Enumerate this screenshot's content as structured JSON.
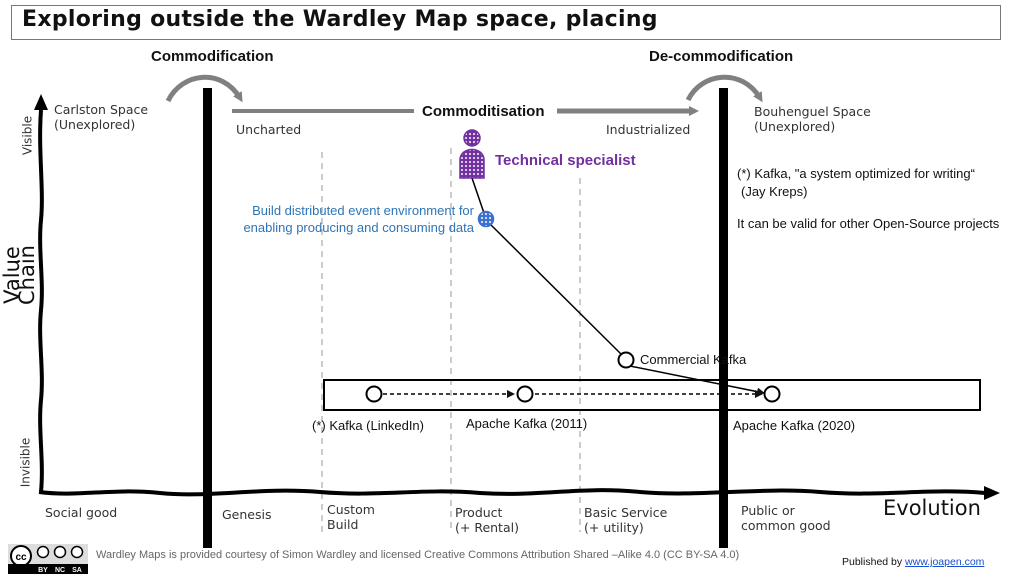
{
  "title": "Exploring outside the Wardley Map space, placing",
  "arrows": {
    "commodification": "Commodification",
    "commoditisation": "Commoditisation",
    "de_commodification": "De-commodification"
  },
  "regions": {
    "carlston": [
      "Carlston Space",
      "(Unexplored)"
    ],
    "uncharted": "Uncharted",
    "industrialized": "Industrialized",
    "bouhenguel": [
      "Bouhenguel Space",
      "(Unexplored)"
    ]
  },
  "y_axis": {
    "label": "Value Chain",
    "top": "Visible",
    "bottom": "Invisible"
  },
  "x_axis": {
    "label": "Evolution",
    "stages": [
      [
        "Social good"
      ],
      [
        "Genesis"
      ],
      [
        "Custom",
        "Build"
      ],
      [
        "Product",
        "(+ Rental)"
      ],
      [
        "Basic Service",
        "(+ utility)"
      ],
      [
        "Public or",
        "common good"
      ]
    ]
  },
  "components": {
    "user": {
      "label": "Technical specialist",
      "color": "#7030a0"
    },
    "need": {
      "label": [
        "Build distributed event environment for",
        "enabling producing and consuming data"
      ],
      "color": "#2e75b6"
    },
    "commercial": {
      "label": "Commercial Kafka"
    },
    "kafka_linkedin": {
      "label": "(*) Kafka (LinkedIn)"
    },
    "kafka_2011": {
      "label": "Apache Kafka (2011)"
    },
    "kafka_2020": {
      "label": "Apache Kafka (2020)"
    }
  },
  "notes": {
    "quote_line1": "(*) Kafka, \"a system optimized for writing“",
    "quote_line2": "(Jay Kreps)",
    "valid": "It can be valid for other Open-Source projects"
  },
  "footer": {
    "license_text": "Wardley Maps is provided courtesy of Simon Wardley and licensed  Creative Commons Attribution Shared –Alike 4.0 (CC BY-SA 4.0)",
    "published_by": "Published by ",
    "published_link": "www.joapen.com",
    "cc_badge": [
      "BY",
      "NC",
      "SA"
    ],
    "cc_logo": "cc"
  },
  "colors": {
    "arrow_gray": "#808080",
    "user_purple": "#7030a0",
    "need_blue": "#2e75b6",
    "link_blue": "#1a4fd0"
  }
}
